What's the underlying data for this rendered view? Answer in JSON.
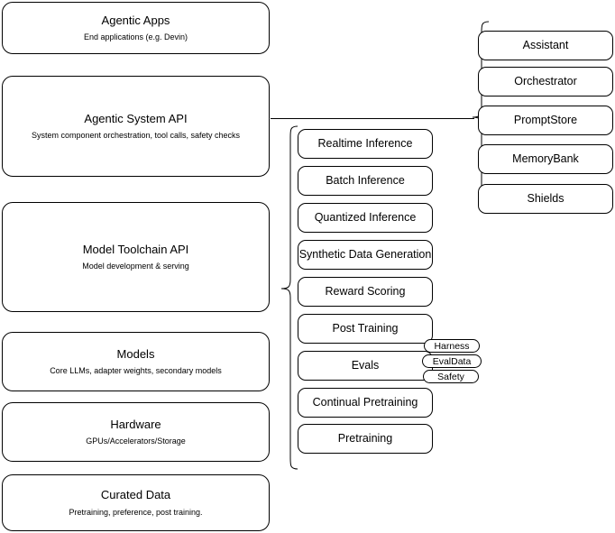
{
  "diagram": {
    "title": "AI stack layered architecture diagram",
    "background_color": "#ffffff",
    "stroke_color": "#000000",
    "text_color": "#000000"
  },
  "layers": [
    {
      "id": "agentic-apps",
      "title": "Agentic Apps",
      "subtitle": "End applications (e.g. Devin)"
    },
    {
      "id": "agentic-system-api",
      "title": "Agentic System API",
      "subtitle": "System component orchestration, tool calls, safety checks"
    },
    {
      "id": "model-toolchain-api",
      "title": "Model Toolchain API",
      "subtitle": "Model development & serving"
    },
    {
      "id": "models",
      "title": "Models",
      "subtitle": "Core LLMs, adapter weights, secondary models"
    },
    {
      "id": "hardware",
      "title": "Hardware",
      "subtitle": "GPUs/Accelerators/Storage"
    },
    {
      "id": "curated-data",
      "title": "Curated Data",
      "subtitle": "Pretraining, preference, post training."
    }
  ],
  "toolchain_components": [
    {
      "id": "realtime-inference",
      "label": "Realtime Inference"
    },
    {
      "id": "batch-inference",
      "label": "Batch Inference"
    },
    {
      "id": "quantized-inference",
      "label": "Quantized Inference"
    },
    {
      "id": "synthetic-data-generation",
      "label": "Synthetic Data Generation"
    },
    {
      "id": "reward-scoring",
      "label": "Reward Scoring"
    },
    {
      "id": "post-training",
      "label": "Post Training"
    },
    {
      "id": "evals",
      "label": "Evals"
    },
    {
      "id": "continual-pretraining",
      "label": "Continual Pretraining"
    },
    {
      "id": "pretraining",
      "label": "Pretraining"
    }
  ],
  "system_components": [
    {
      "id": "assistant",
      "label": "Assistant"
    },
    {
      "id": "orchestrator",
      "label": "Orchestrator"
    },
    {
      "id": "promptstore",
      "label": "PromptStore"
    },
    {
      "id": "memorybank",
      "label": "MemoryBank"
    },
    {
      "id": "shields",
      "label": "Shields"
    }
  ],
  "eval_badges": [
    {
      "id": "harness",
      "label": "Harness"
    },
    {
      "id": "evaldata",
      "label": "EvalData"
    },
    {
      "id": "safety",
      "label": "Safety"
    }
  ]
}
